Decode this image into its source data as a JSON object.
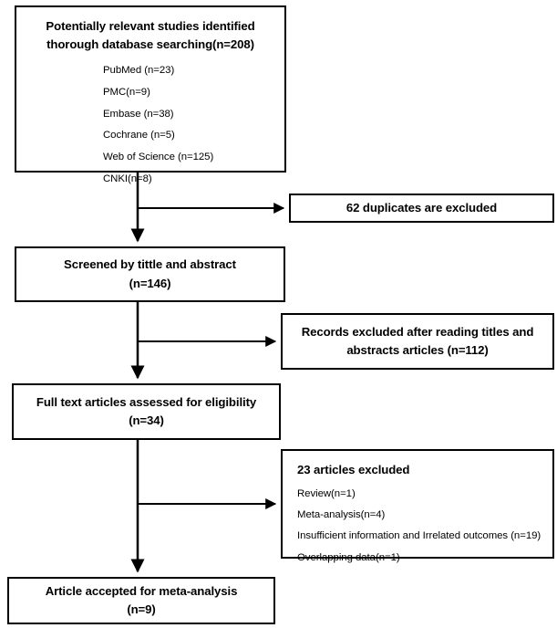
{
  "diagram": {
    "type": "prisma-flow-diagram",
    "colors": {
      "stroke": "#000000",
      "background": "#ffffff",
      "text": "#000000"
    },
    "identification": {
      "title": "Potentially relevant studies identified thorough database searching(n=208)",
      "title_line1": "Potentially relevant studies identified",
      "title_line2": "thorough database searching(n=208)",
      "total": 208,
      "sources": [
        {
          "name": "PubMed",
          "label": "PubMed (n=23)",
          "count": 23
        },
        {
          "name": "PMC",
          "label": "PMC(n=9)",
          "count": 9
        },
        {
          "name": "Embase",
          "label": "Embase (n=38)",
          "count": 38
        },
        {
          "name": "Cochrane",
          "label": "Cochrane (n=5)",
          "count": 5
        },
        {
          "name": "Web of Science",
          "label": "Web of Science (n=125)",
          "count": 125
        },
        {
          "name": "CNKI",
          "label": "CNKI(n=8)",
          "count": 8
        }
      ]
    },
    "duplicates": {
      "label": "62 duplicates are excluded",
      "count": 62
    },
    "screened": {
      "line1": "Screened by tittle and abstract",
      "line2": "(n=146)",
      "count": 146
    },
    "records_excluded": {
      "line1": "Records excluded after reading titles and",
      "line2": "abstracts articles (n=112)",
      "count": 112
    },
    "fulltext": {
      "line1": "Full text articles assessed for eligibility",
      "line2": "(n=34)",
      "count": 34
    },
    "articles_excluded": {
      "title": "23 articles excluded",
      "count": 23,
      "reasons": [
        {
          "name": "Review",
          "label": "Review(n=1)",
          "count": 1
        },
        {
          "name": "Meta-analysis",
          "label": "Meta-analysis(n=4)",
          "count": 4
        },
        {
          "name": "Insufficient information and Irrelated outcomes",
          "label": "Insufficient information and Irrelated outcomes (n=19)",
          "count": 19
        },
        {
          "name": "Overlapping data",
          "label": "Overlapping data(n=1)",
          "count": 1
        }
      ]
    },
    "included": {
      "line1": "Article accepted for meta-analysis",
      "line2": "(n=9)",
      "count": 9
    }
  }
}
